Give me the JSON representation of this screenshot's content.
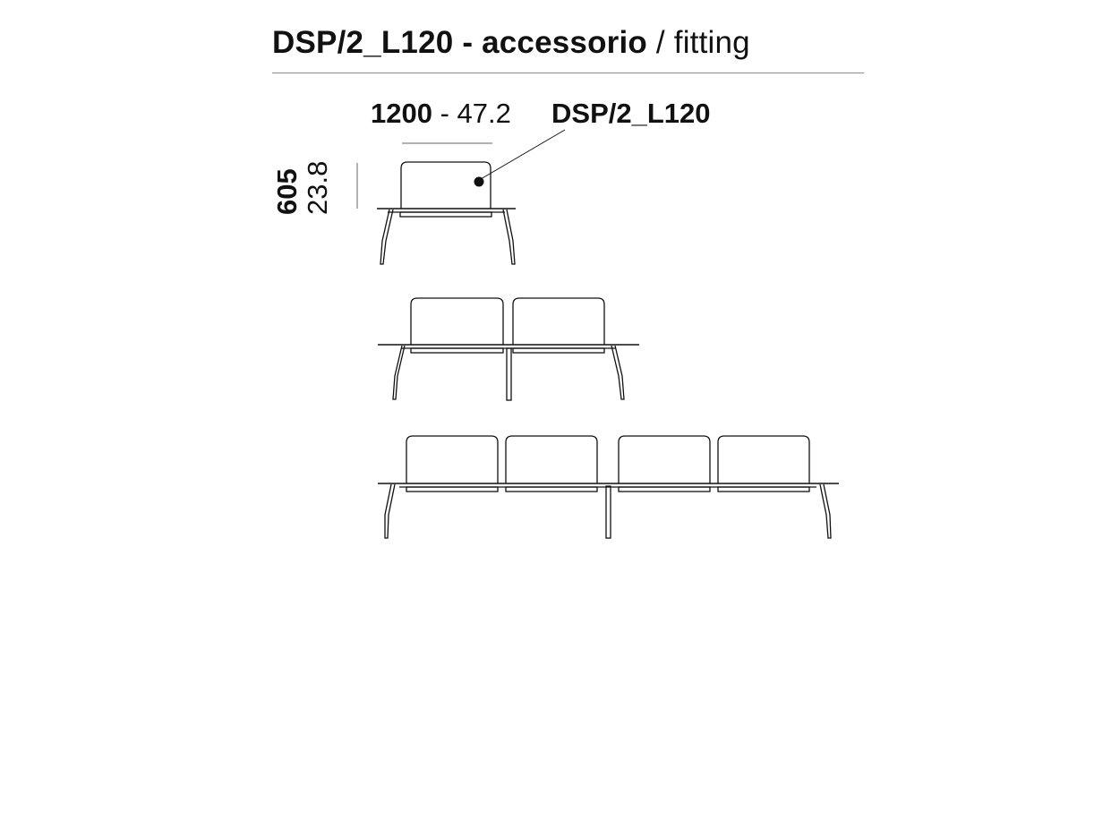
{
  "header": {
    "code": "DSP/2_L120 - accessorio",
    "separator": " / ",
    "subtitle": "fitting"
  },
  "dimensions": {
    "width_mm": "1200",
    "width_sep": " - ",
    "width_in": "47.2",
    "height_mm": "605",
    "height_in": "23.8"
  },
  "callout": {
    "label": "DSP/2_L120"
  },
  "drawings": [
    {
      "name": "single-bench",
      "panels": 1
    },
    {
      "name": "double-bench",
      "panels": 2
    },
    {
      "name": "quad-bench",
      "panels": 4
    }
  ],
  "colors": {
    "line": "#111111",
    "rule": "#8a8a8a",
    "background": "#ffffff"
  }
}
